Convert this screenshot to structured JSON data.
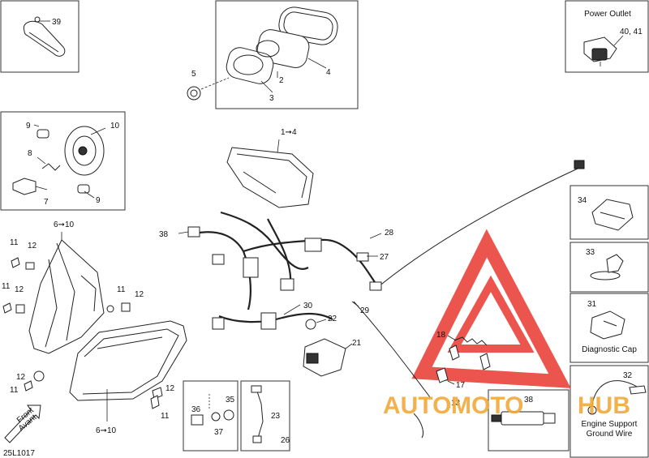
{
  "diagram": {
    "panels": {
      "power_outlet_title": "Power Outlet",
      "diagnostic_cap_title": "Diagnostic Cap",
      "engine_support_title_line1": "Engine Support",
      "engine_support_title_line2": "Ground Wire"
    },
    "callouts": {
      "c39": "39",
      "c40_41": "40, 41",
      "c5": "5",
      "c2": "2",
      "c3": "3",
      "c4": "4",
      "c9a": "9",
      "c10": "10",
      "c8": "8",
      "c7": "7",
      "c9b": "9",
      "c1_4": "1➞4",
      "c6_10a": "6➞10",
      "c6_10b": "6➞10",
      "c38a": "38",
      "c11a": "11",
      "c12a": "12",
      "c11b": "11",
      "c12b": "12",
      "c11c": "11",
      "c12c": "12",
      "c12d": "12",
      "c11d": "11",
      "c11e": "11",
      "c12e": "12",
      "c34": "34",
      "c33": "33",
      "c31": "31",
      "c32": "32",
      "c38b": "38",
      "c28": "28",
      "c27": "27",
      "c29": "29",
      "c30": "30",
      "c22": "22",
      "c21": "21",
      "c18": "18",
      "c17": "17",
      "c13": "13",
      "c23": "23",
      "c26": "26",
      "c35": "35",
      "c36": "36",
      "c37": "37"
    },
    "front_label_line1": "Front",
    "front_label_line2": "Avant",
    "figure_code": "25L1017",
    "watermark_auto": "AUTO",
    "watermark_moto": "MOTO",
    "watermark_hub": "HUB",
    "colors": {
      "watermark_red": "#e8382e",
      "watermark_orange": "#f2a93b",
      "line": "#222222"
    }
  }
}
